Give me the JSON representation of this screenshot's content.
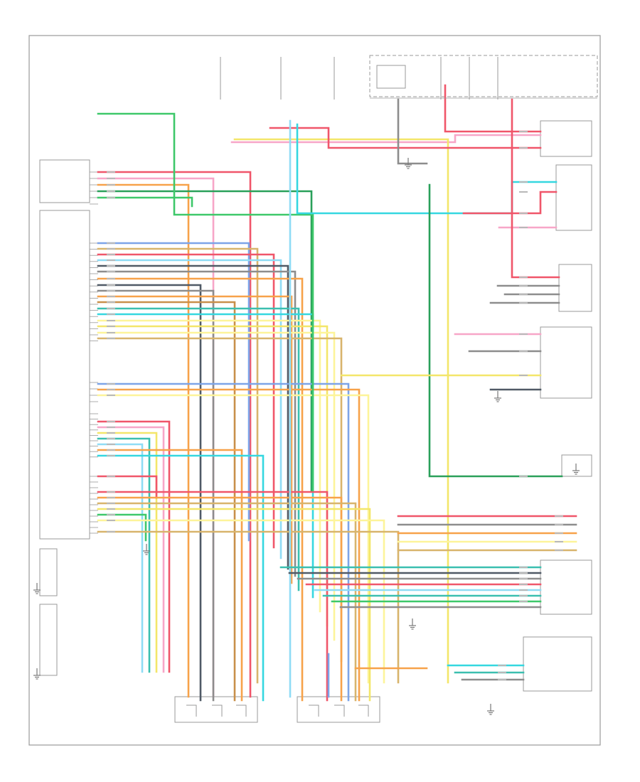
{
  "diagram": {
    "footer_code": "",
    "wire_colors": {
      "red": "#f0566a",
      "pink": "#f7a6c8",
      "green": "#3ec86a",
      "dkgreen": "#2aa05a",
      "yellow": "#f3e66a",
      "ltyellow": "#fdf49a",
      "orange": "#f7a24a",
      "blue": "#7da4e8",
      "ltblue": "#8fdcf5",
      "cyan": "#35d7e0",
      "teal": "#3bbfb0",
      "gray": "#8d8d8d",
      "dkgray": "#505a66",
      "tan": "#d8b46c",
      "brown": "#c88f4a",
      "violet": "#c86be3",
      "white": "#dcdcdc"
    },
    "ground_symbols": [
      "ground-symbol",
      "ground-symbol",
      "ground-symbol",
      "ground-symbol",
      "ground-symbol",
      "ground-symbol",
      "ground-symbol",
      "ground-symbol"
    ]
  }
}
